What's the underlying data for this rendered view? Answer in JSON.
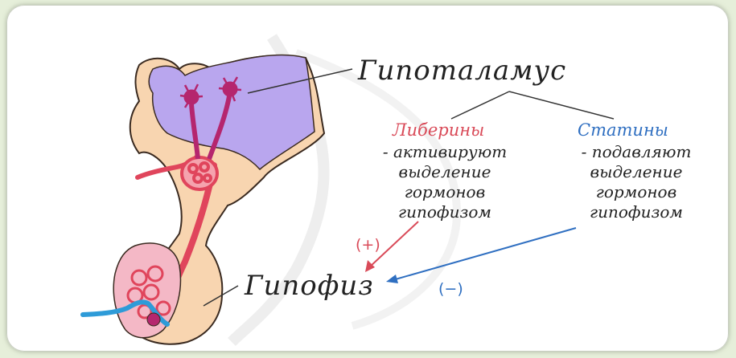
{
  "labels": {
    "hypothalamus": "Гипоталамус",
    "pituitary": "Гипофиз"
  },
  "liberins": {
    "title": "Либерины",
    "lines": [
      "- активируют",
      "выделение",
      "гормонов",
      "гипофизом"
    ],
    "effect_sign": "(+)"
  },
  "statins": {
    "title": "Статины",
    "lines": [
      "- подавляют",
      "выделение",
      "гормонов",
      "гипофизом"
    ],
    "effect_sign": "(−)"
  },
  "colors": {
    "background": "#e6efda",
    "liberins": "#d94a58",
    "statins": "#2f6fc1",
    "hypothalamus_fill": "#b9a6ee",
    "brain_tissue": "#f8d5b0",
    "vessel": "#e0455c",
    "neuron": "#b5266e",
    "vein": "#2e9bd8"
  }
}
